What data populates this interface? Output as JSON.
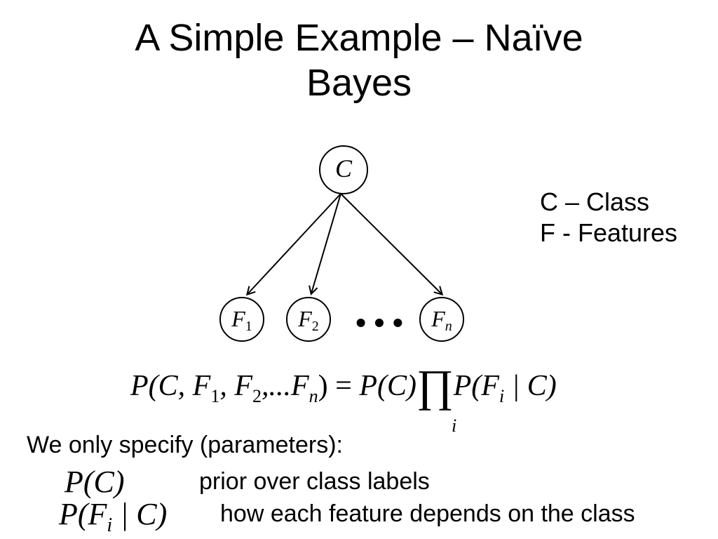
{
  "slide": {
    "title_line1": "A Simple Example – Naïve",
    "title_line2": "Bayes"
  },
  "diagram": {
    "root_label": "C",
    "children": [
      {
        "letter": "F",
        "index": "1"
      },
      {
        "letter": "F",
        "index": "2"
      },
      {
        "letter": "F",
        "index": "n"
      }
    ],
    "ellipsis": "• • •"
  },
  "legend": {
    "line1": "C – Class",
    "line2": "F - Features"
  },
  "equation": {
    "lhs_open": "P(C, F",
    "lhs_sub1": "1",
    "lhs_mid1": ", F",
    "lhs_sub2": "2",
    "lhs_mid2": ",...F",
    "lhs_subn": "n",
    "lhs_close": ")",
    "equals": " = ",
    "prior": "P(C)",
    "product": "∏",
    "product_index": "i",
    "likelihood_open": "P(F",
    "likelihood_sub": "i",
    "likelihood_close": " | C)"
  },
  "params": {
    "intro": "We only specify (parameters):",
    "prior_expr": "P(C)",
    "prior_desc": "prior over class labels",
    "likelihood_open": "P(F",
    "likelihood_sub": "i",
    "likelihood_close": " | C)",
    "likelihood_desc": "how each feature depends on the class"
  }
}
